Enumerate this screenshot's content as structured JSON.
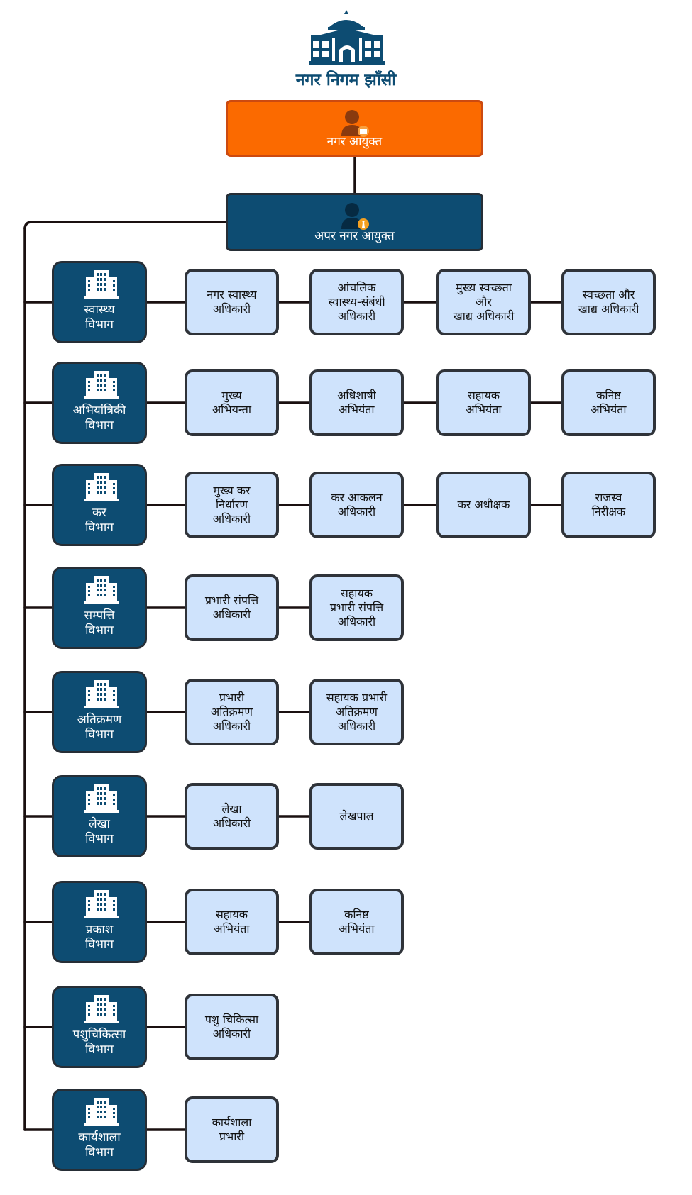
{
  "header": {
    "title": "नगर निगम झाँसी",
    "logo_icon": "municipal-building-icon"
  },
  "commissioner": {
    "label": "नगर आयुक्त",
    "icon": "officer-briefcase-icon",
    "color": "#fb6a00"
  },
  "additional_commissioner": {
    "label": "अपर नगर आयुक्त",
    "icon": "officer-tie-icon",
    "color": "#0d4c72"
  },
  "colors": {
    "department": "#0d4c72",
    "officer": "#cfe3fc",
    "connector": "#1a1010"
  },
  "departments": [
    {
      "name": "स्वास्थ्य\nविभाग",
      "icon": "building-icon",
      "officers": [
        "नगर स्वास्थ्य\nअधिकारी",
        "आंचलिक\nस्वास्थ्य-संबंधी\nअधिकारी",
        "मुख्य स्वच्छता\nऔर\nखाद्य अधिकारी",
        "स्वच्छता और\nखाद्य अधिकारी"
      ]
    },
    {
      "name": "अभियांत्रिकी\nविभाग",
      "icon": "building-icon",
      "officers": [
        "मुख्य\nअभियन्ता",
        "अधिशाषी\nअभियंता",
        "सहायक\nअभियंता",
        "कनिष्ठ\nअभियंता"
      ]
    },
    {
      "name": "कर\nविभाग",
      "icon": "building-icon",
      "officers": [
        "मुख्य कर\nनिर्धारण\nअधिकारी",
        "कर आकलन\nअधिकारी",
        "कर अधीक्षक",
        "राजस्व\nनिरीक्षक"
      ]
    },
    {
      "name": "सम्पत्ति\nविभाग",
      "icon": "building-icon",
      "officers": [
        "प्रभारी संपत्ति\nअधिकारी",
        "सहायक\nप्रभारी संपत्ति\nअधिकारी"
      ]
    },
    {
      "name": "अतिक्रमण\nविभाग",
      "icon": "building-icon",
      "officers": [
        "प्रभारी\nअतिक्रमण\nअधिकारी",
        "सहायक प्रभारी\nअतिक्रमण\nअधिकारी"
      ]
    },
    {
      "name": "लेखा\nविभाग",
      "icon": "building-icon",
      "officers": [
        "लेखा\nअधिकारी",
        "लेखपाल"
      ]
    },
    {
      "name": "प्रकाश\nविभाग",
      "icon": "building-icon",
      "officers": [
        "सहायक\nअभियंता",
        "कनिष्ठ\nअभियंता"
      ]
    },
    {
      "name": "पशुचिकित्सा\nविभाग",
      "icon": "building-icon",
      "officers": [
        "पशु चिकित्सा\nअधिकारी"
      ]
    },
    {
      "name": "कार्यशाला\nविभाग",
      "icon": "building-icon",
      "officers": [
        "कार्यशाला\nप्रभारी"
      ]
    }
  ]
}
